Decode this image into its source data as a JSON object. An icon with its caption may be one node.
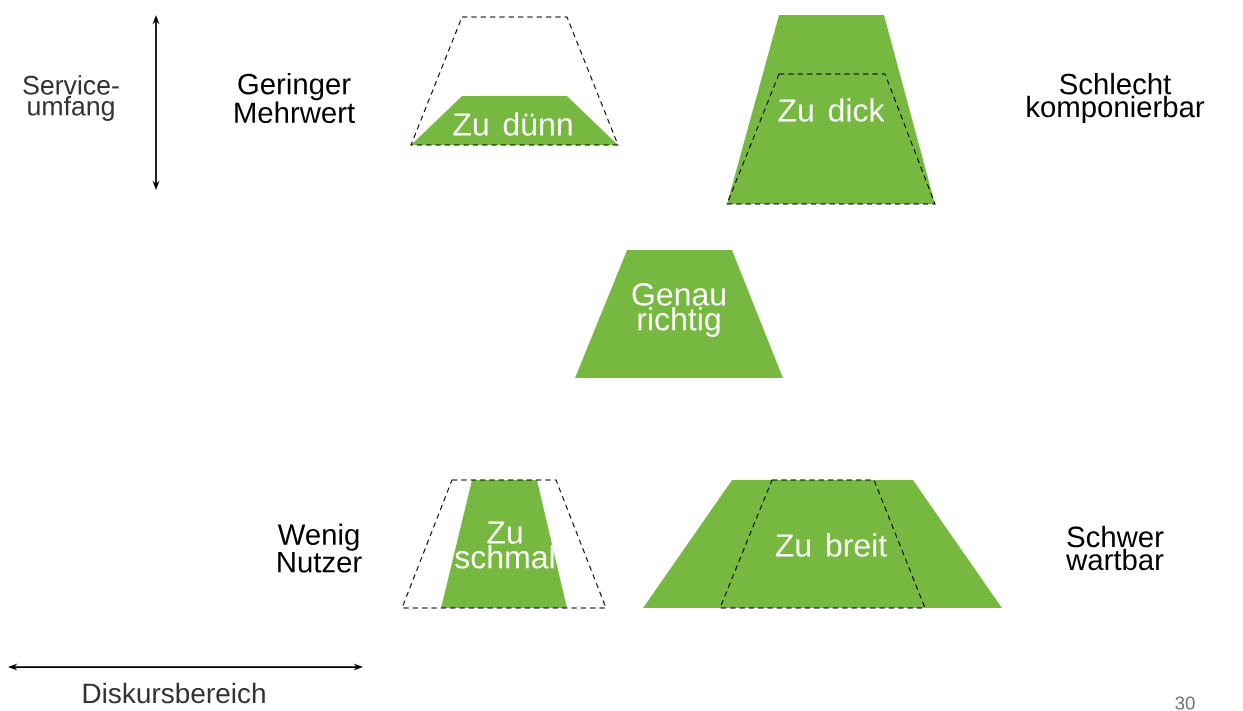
{
  "diagram": {
    "nodes": [
      {
        "text": [
          "Zu dünn"
        ],
        "beside": [
          "Geringer Mehrwert"
        ]
      },
      {
        "text": [
          "Zu dick"
        ],
        "beside": [
          "Schlecht komponierbar"
        ]
      },
      {
        "text": [
          "Genau richtig"
        ]
      },
      {
        "text": [
          "Zu schmal"
        ],
        "beside": [
          "Wenig Nutzer"
        ]
      },
      {
        "text": [
          "Zu breit"
        ],
        "beside": [
          "Schwer wartbar"
        ]
      }
    ],
    "labels": [
      "Service- umfang",
      "Diskursbereich",
      "30"
    ]
  }
}
